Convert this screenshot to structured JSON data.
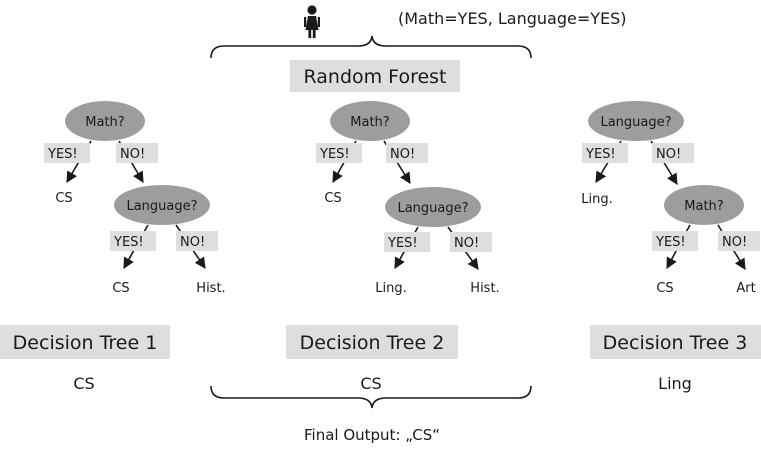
{
  "input_query": "(Math=YES, Language=YES)",
  "forest_title": "Random Forest",
  "final_output": "Final Output: „CS“",
  "colors": {
    "node_fill": "#9d9d9d",
    "label_fill": "#dedede",
    "ink": "#1a1a1a"
  },
  "icons": {
    "person": "person-icon"
  },
  "trees": [
    {
      "title": "Decision Tree 1",
      "result": "CS",
      "root": "Math?",
      "root_yes_label": "YES!",
      "root_no_label": "NO!",
      "root_yes_leaf": "CS",
      "sub": "Language?",
      "sub_yes_label": "YES!",
      "sub_no_label": "NO!",
      "sub_yes_leaf": "CS",
      "sub_no_leaf": "Hist."
    },
    {
      "title": "Decision Tree 2",
      "result": "CS",
      "root": "Math?",
      "root_yes_label": "YES!",
      "root_no_label": "NO!",
      "root_yes_leaf": "CS",
      "sub": "Language?",
      "sub_yes_label": "YES!",
      "sub_no_label": "NO!",
      "sub_yes_leaf": "Ling.",
      "sub_no_leaf": "Hist."
    },
    {
      "title": "Decision Tree 3",
      "result": "Ling",
      "root": "Language?",
      "root_yes_label": "YES!",
      "root_no_label": "NO!",
      "root_yes_leaf": "Ling.",
      "sub": "Math?",
      "sub_yes_label": "YES!",
      "sub_no_label": "NO!",
      "sub_yes_leaf": "CS",
      "sub_no_leaf": "Art"
    }
  ]
}
